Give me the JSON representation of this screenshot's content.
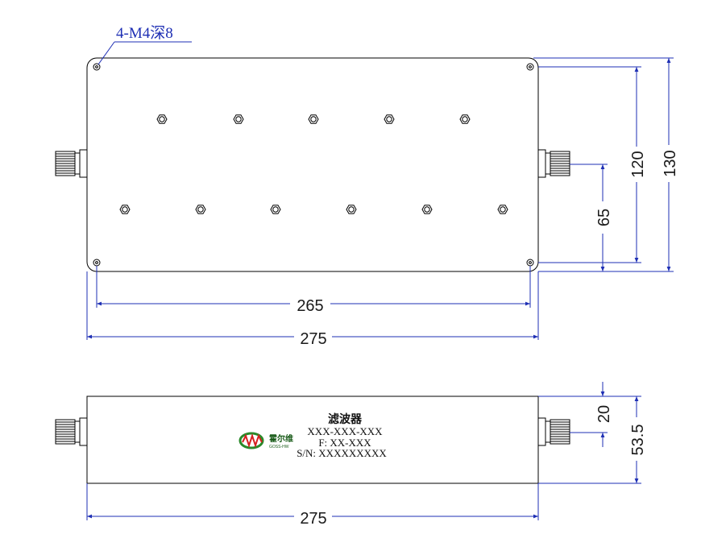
{
  "top_view": {
    "callout": "4-M4深8",
    "dims": {
      "width_inner": "265",
      "width_outer": "275",
      "height_port": "65",
      "height_inner": "120",
      "height_outer": "130"
    }
  },
  "side_view": {
    "dims": {
      "connector_offset": "20",
      "height": "53.5",
      "width": "275"
    },
    "label": {
      "title": "滤波器",
      "model": "XXX-XXX-XXX",
      "freq": "F: XX-XXX",
      "serial": "S/N: XXXXXXXXX"
    },
    "logo": {
      "name": "霍尔维",
      "sub": "GOSS-HW"
    }
  },
  "colors": {
    "line": "#000000",
    "dimension": "#1e2fb4",
    "logo_red": "#d62020",
    "logo_green": "#2a8a2a"
  }
}
